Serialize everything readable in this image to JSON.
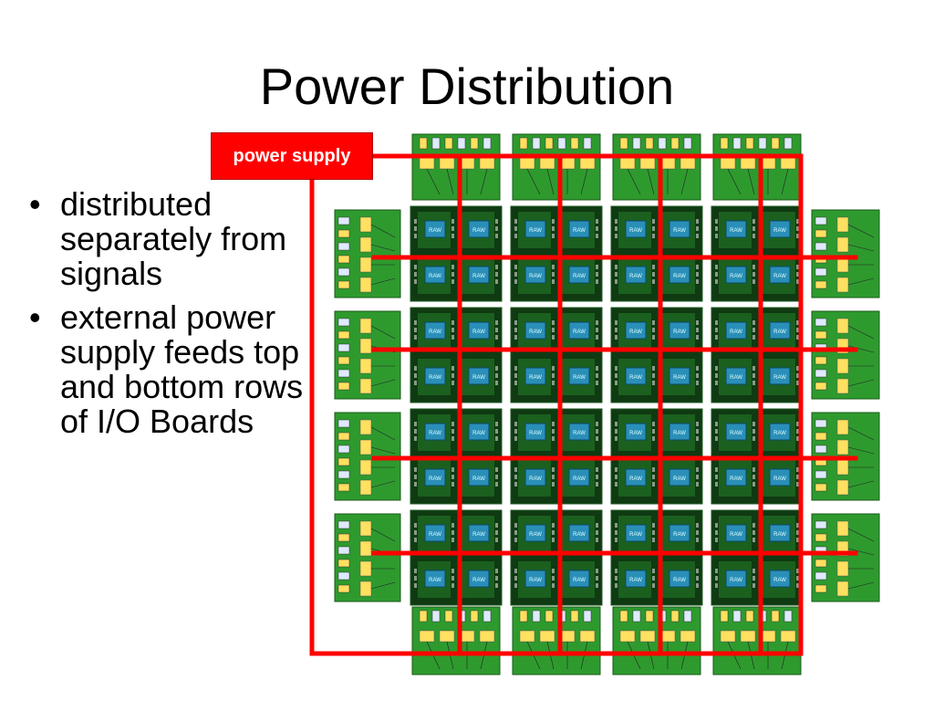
{
  "slide": {
    "title": "Power Distribution",
    "bullets": [
      "distributed separately from signals",
      "external power supply feeds top and bottom rows of I/O Boards"
    ]
  },
  "diagram": {
    "power_supply_label": "power supply",
    "chip_label": "RAW",
    "colors": {
      "power_line": "#ff0000",
      "board_green": "#2e9a2e",
      "dark_board": "#0f3a12",
      "chip_blue": "#2a8fb8",
      "connector_yellow": "#ffe060"
    }
  }
}
